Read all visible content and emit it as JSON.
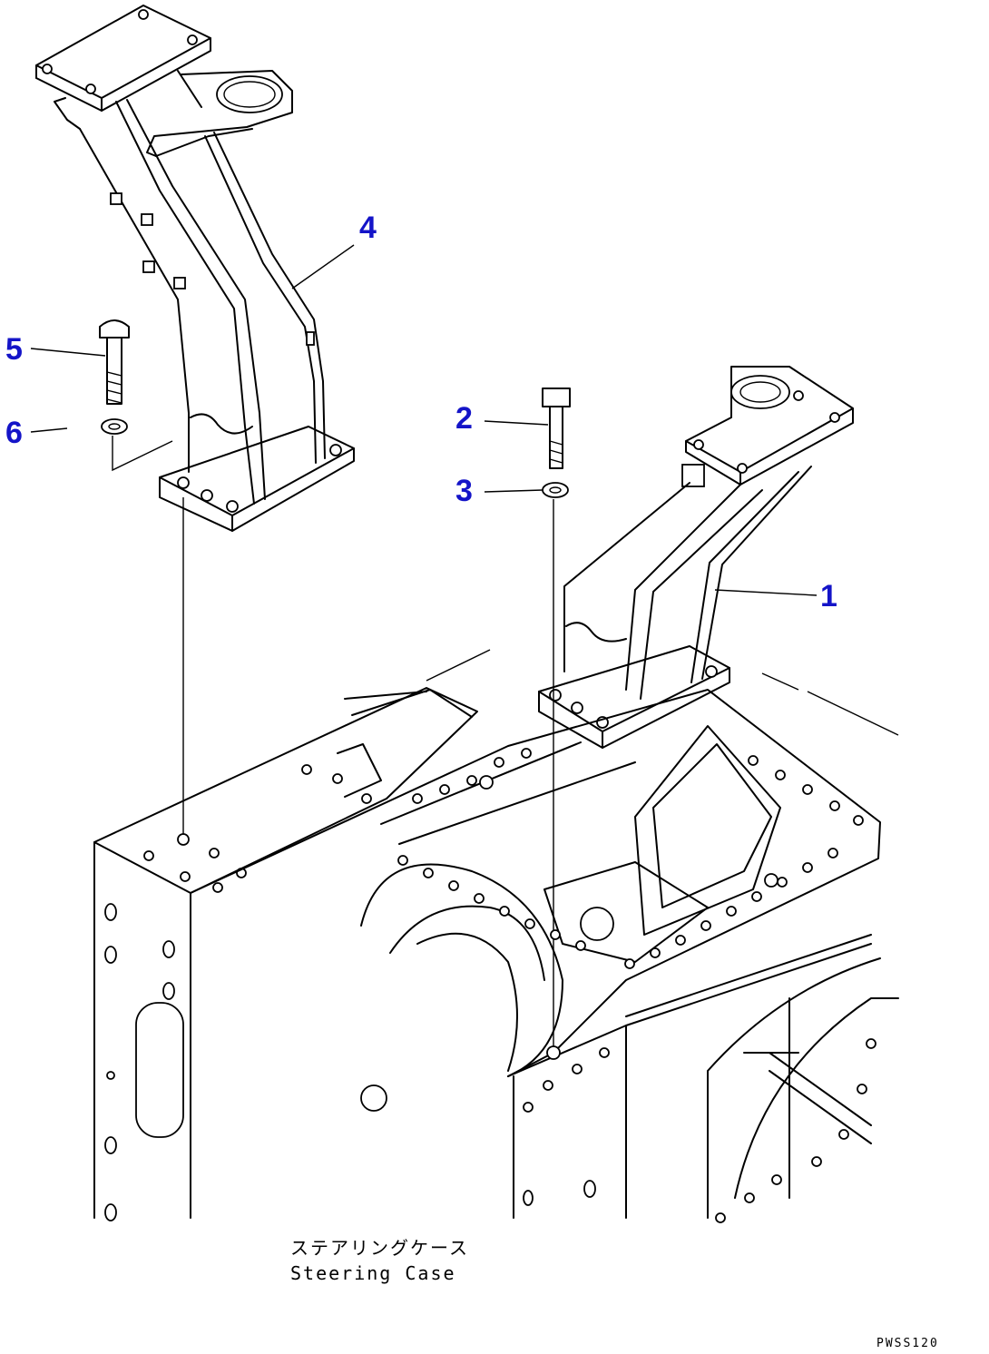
{
  "callouts": {
    "c1": "1",
    "c2": "2",
    "c3": "3",
    "c4": "4",
    "c5": "5",
    "c6": "6"
  },
  "caption": {
    "japanese": "ステアリングケース",
    "english": "Steering Case"
  },
  "drawing_code": "PWSS120",
  "colors": {
    "callout": "#1414c8",
    "line": "#000000",
    "background": "#ffffff"
  }
}
